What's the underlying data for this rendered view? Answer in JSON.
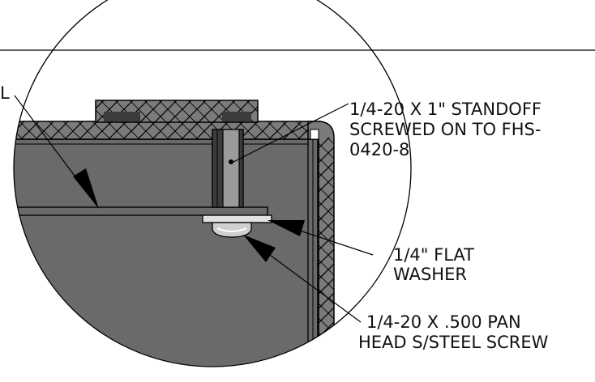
{
  "colors": {
    "metal": "#6a6a6a",
    "metal_dark": "#3c3c3c",
    "cap_layer": "#7b7b7b",
    "outline": "#000000",
    "background": "#ffffff",
    "highlight": "#bdbdbd"
  },
  "edge_label": "L",
  "callouts": {
    "standoff": {
      "line1": "1/4-20 X 1\" STANDOFF",
      "line2": "SCREWED ON TO FHS-",
      "line3": "0420-8"
    },
    "washer": {
      "line1": "1/4\" FLAT",
      "line2": "WASHER"
    },
    "screw": {
      "line1": "1/4-20 X .500 PAN",
      "line2": "HEAD S/STEEL SCREW"
    }
  }
}
